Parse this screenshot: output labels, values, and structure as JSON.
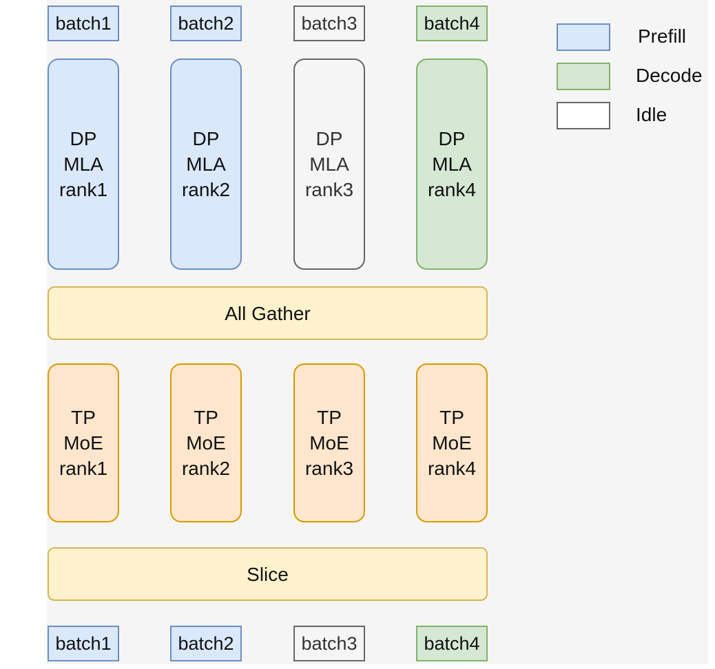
{
  "top_batches": [
    {
      "label": "batch1",
      "state": "prefill"
    },
    {
      "label": "batch2",
      "state": "prefill"
    },
    {
      "label": "batch3",
      "state": "idle"
    },
    {
      "label": "batch4",
      "state": "decode"
    }
  ],
  "mla_ranks": [
    {
      "line1": "DP",
      "line2": "MLA",
      "line3": "rank1",
      "state": "prefill"
    },
    {
      "line1": "DP",
      "line2": "MLA",
      "line3": "rank2",
      "state": "prefill"
    },
    {
      "line1": "DP",
      "line2": "MLA",
      "line3": "rank3",
      "state": "idle"
    },
    {
      "line1": "DP",
      "line2": "MLA",
      "line3": "rank4",
      "state": "decode"
    }
  ],
  "all_gather": {
    "label": "All Gather"
  },
  "moe_ranks": [
    {
      "line1": "TP",
      "line2": "MoE",
      "line3": "rank1"
    },
    {
      "line1": "TP",
      "line2": "MoE",
      "line3": "rank2"
    },
    {
      "line1": "TP",
      "line2": "MoE",
      "line3": "rank3"
    },
    {
      "line1": "TP",
      "line2": "MoE",
      "line3": "rank4"
    }
  ],
  "slice": {
    "label": "Slice"
  },
  "bottom_batches": [
    {
      "label": "batch1",
      "state": "prefill"
    },
    {
      "label": "batch2",
      "state": "prefill"
    },
    {
      "label": "batch3",
      "state": "idle"
    },
    {
      "label": "batch4",
      "state": "decode"
    }
  ],
  "legend": [
    {
      "label": "Prefill",
      "color": "#dae8fc",
      "border": "#6c8ebf"
    },
    {
      "label": "Decode",
      "color": "#d5e8d4",
      "border": "#82b366"
    },
    {
      "label": "Idle",
      "color": "#ffffff",
      "border": "#666666"
    }
  ],
  "colors": {
    "prefill": "#dae8fc",
    "decode": "#d5e8d4",
    "idle": "#f5f5f5",
    "moe": "#ffe6cc",
    "bar": "#fff2cc"
  }
}
